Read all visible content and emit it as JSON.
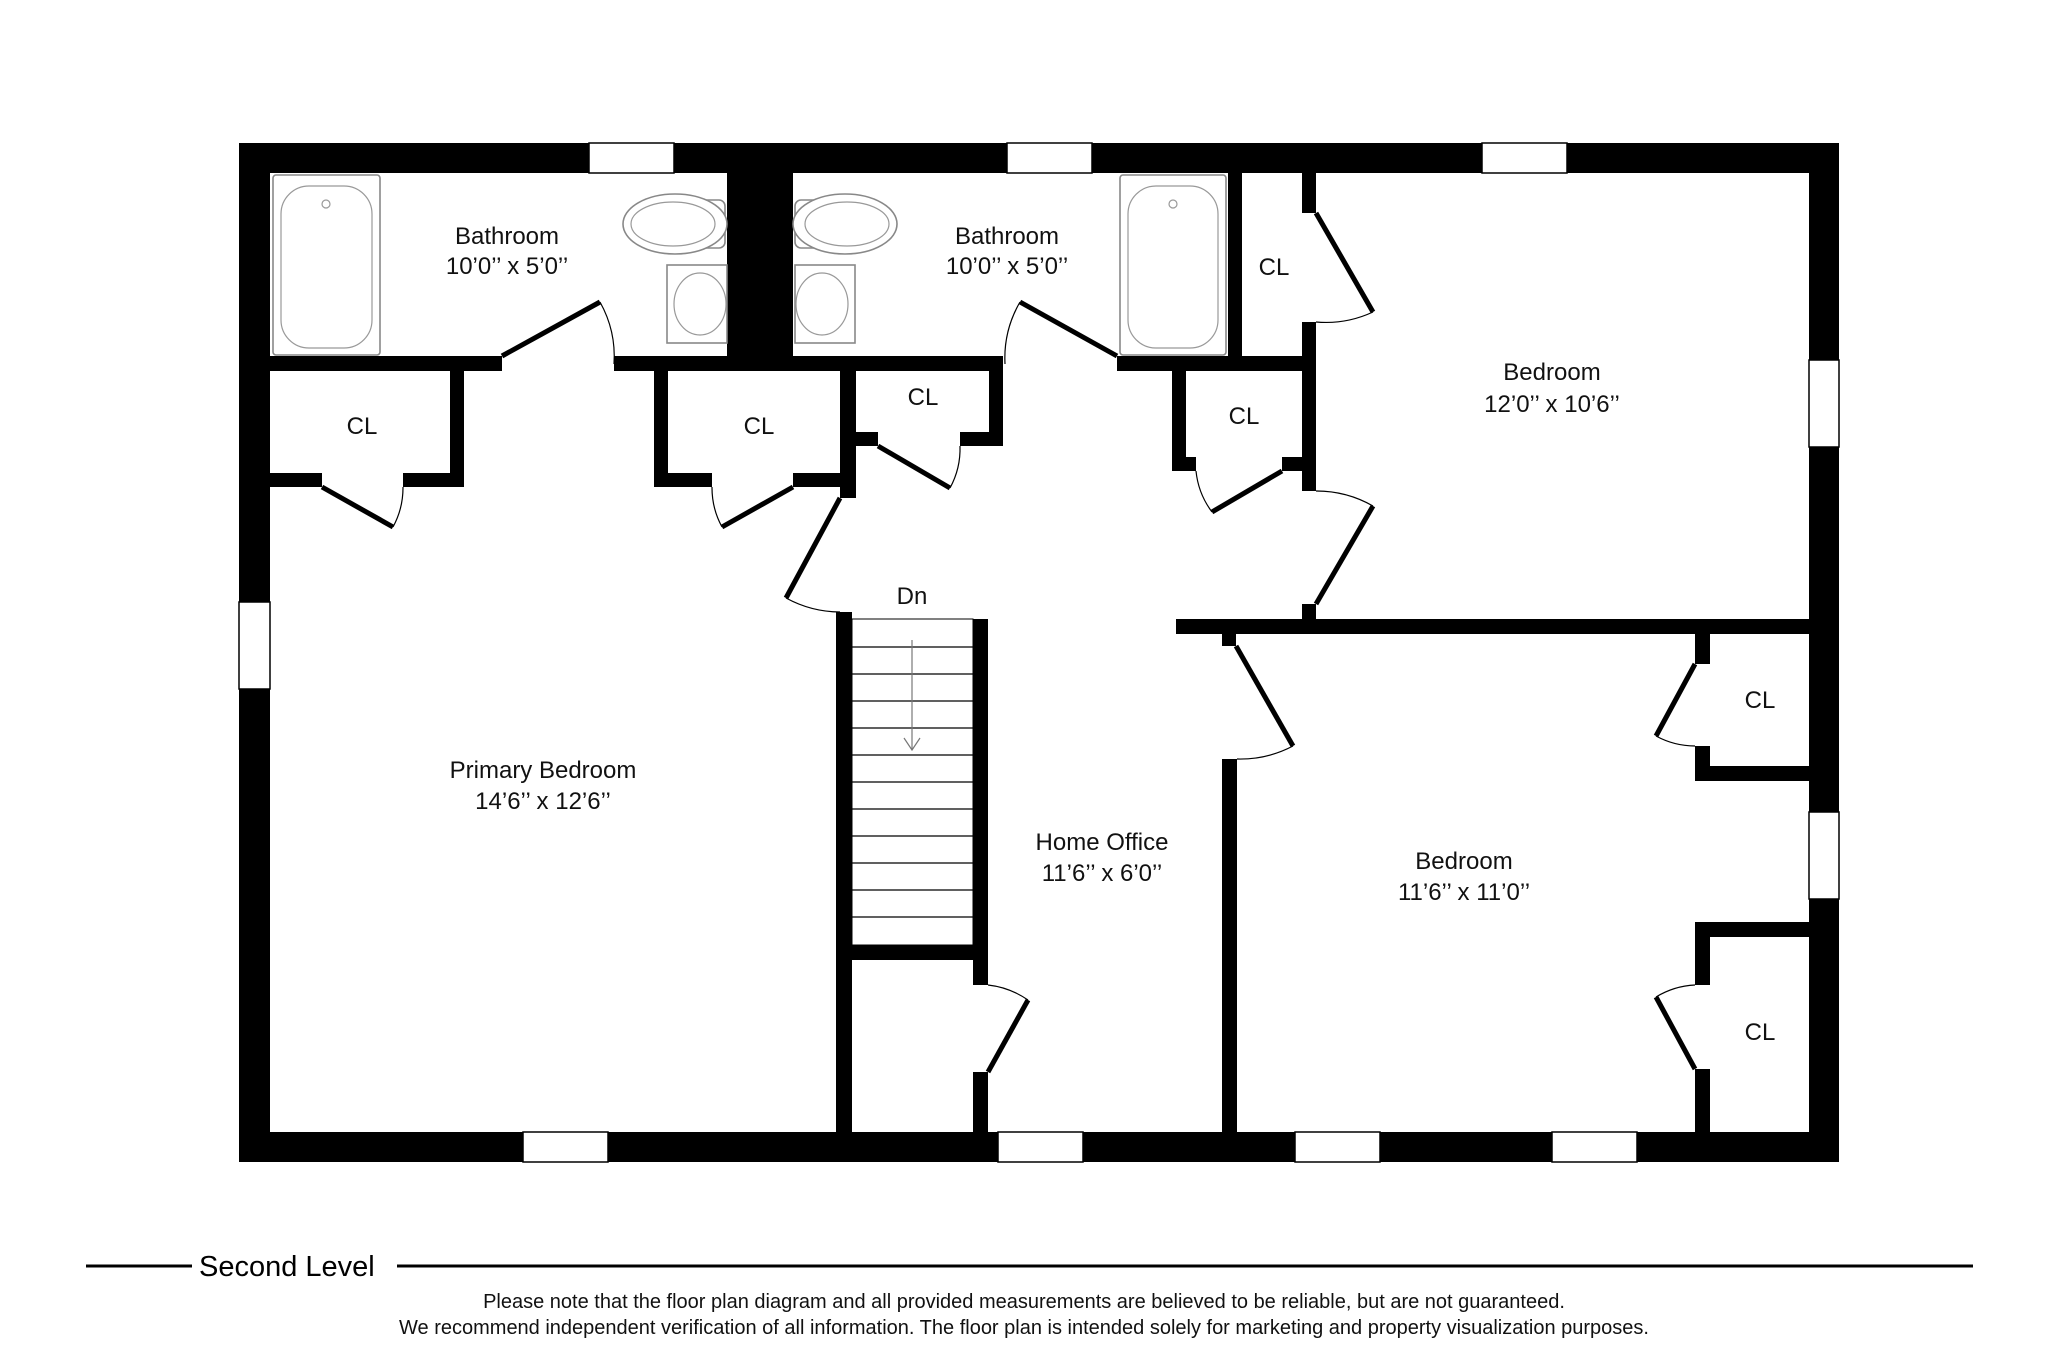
{
  "rooms": {
    "bathroom_left": {
      "name": "Bathroom",
      "dims": "10’0’’ x 5’0’’"
    },
    "bathroom_right": {
      "name": "Bathroom",
      "dims": "10’0’’ x 5’0’’"
    },
    "bedroom_upper": {
      "name": "Bedroom",
      "dims": "12’0’’ x 10’6’’"
    },
    "primary_bedroom": {
      "name": "Primary Bedroom",
      "dims": "14’6’’ x 12’6’’"
    },
    "home_office": {
      "name": "Home Office",
      "dims": "11’6’’ x 6’0’’"
    },
    "bedroom_lower": {
      "name": "Bedroom",
      "dims": "11’6’’ x 11’0’’"
    }
  },
  "closet_label": "CL",
  "stairs_label": "Dn",
  "level_title": "Second Level",
  "disclaimer": {
    "line1": "Please note that the floor plan diagram and all provided measurements are believed to be reliable, but are not guaranteed.",
    "line2": "We recommend independent verification of all information. The floor plan is intended solely for marketing and property visualization purposes."
  },
  "colors": {
    "walls": "#000000",
    "background": "#ffffff"
  }
}
